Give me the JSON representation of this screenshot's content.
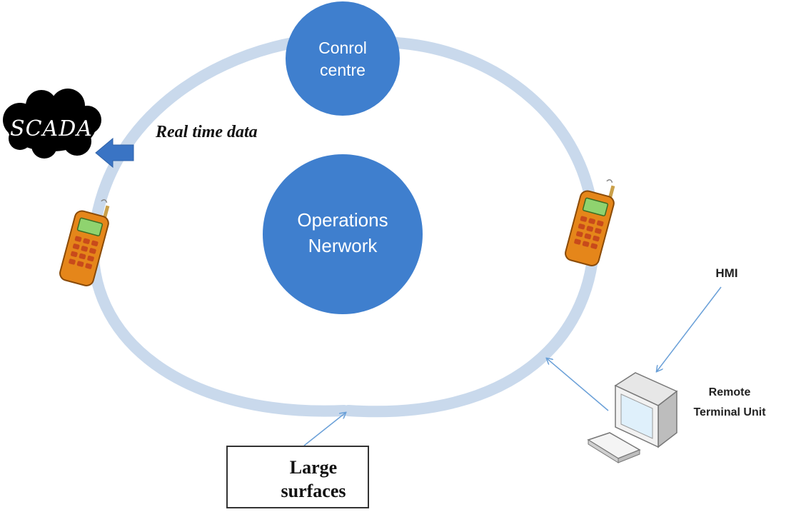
{
  "nodes": {
    "control_centre": {
      "line1": "Conrol",
      "line2": "centre"
    },
    "operations_network": {
      "line1": "Operations",
      "line2": "Nerwork"
    }
  },
  "labels": {
    "scada": "SCADA",
    "real_time_data": "Real time data",
    "hmi": "HMI",
    "rtu_line1": "Remote",
    "rtu_line2": "Terminal Unit",
    "large_surfaces_line1": "Large",
    "large_surfaces_line2": "surfaces"
  },
  "colors": {
    "node_blue": "#3f7fce",
    "ring": "#c9d9ec",
    "arrow_blue": "#3a74c4",
    "connector": "#6aa0d8"
  }
}
